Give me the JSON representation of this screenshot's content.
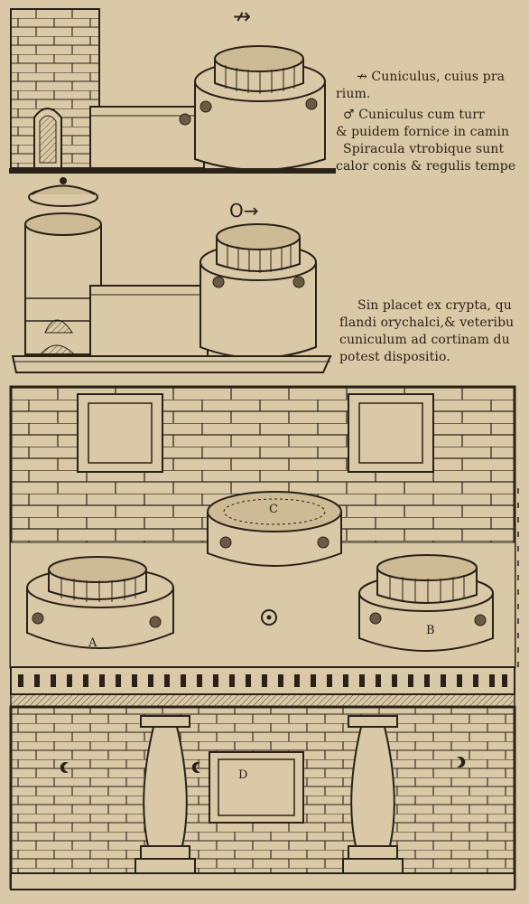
{
  "symbols": {
    "caput_draconis": "↛",
    "mars": "♂",
    "mars_arrow": "O→",
    "sun": "⊙"
  },
  "text": {
    "line1": "Cuniculus, cuius pra",
    "line2": "rium.",
    "line3": "Cuniculus cum turr",
    "line4": "& puidem fornice in camin",
    "line5": "Spiracula vtrobique sunt",
    "line6": "calor conis & regulis tempe",
    "line7": "Sin placet ex crypta, qu",
    "line8": "flandi orychalci,& veteribu",
    "line9": "cuniculum ad cortinam du",
    "line10": "potest dispositio."
  },
  "labels": {
    "a": "A",
    "b": "B",
    "c": "C",
    "d": "D"
  },
  "colors": {
    "paper": "#d9c9a6",
    "ink": "#2a2118"
  }
}
